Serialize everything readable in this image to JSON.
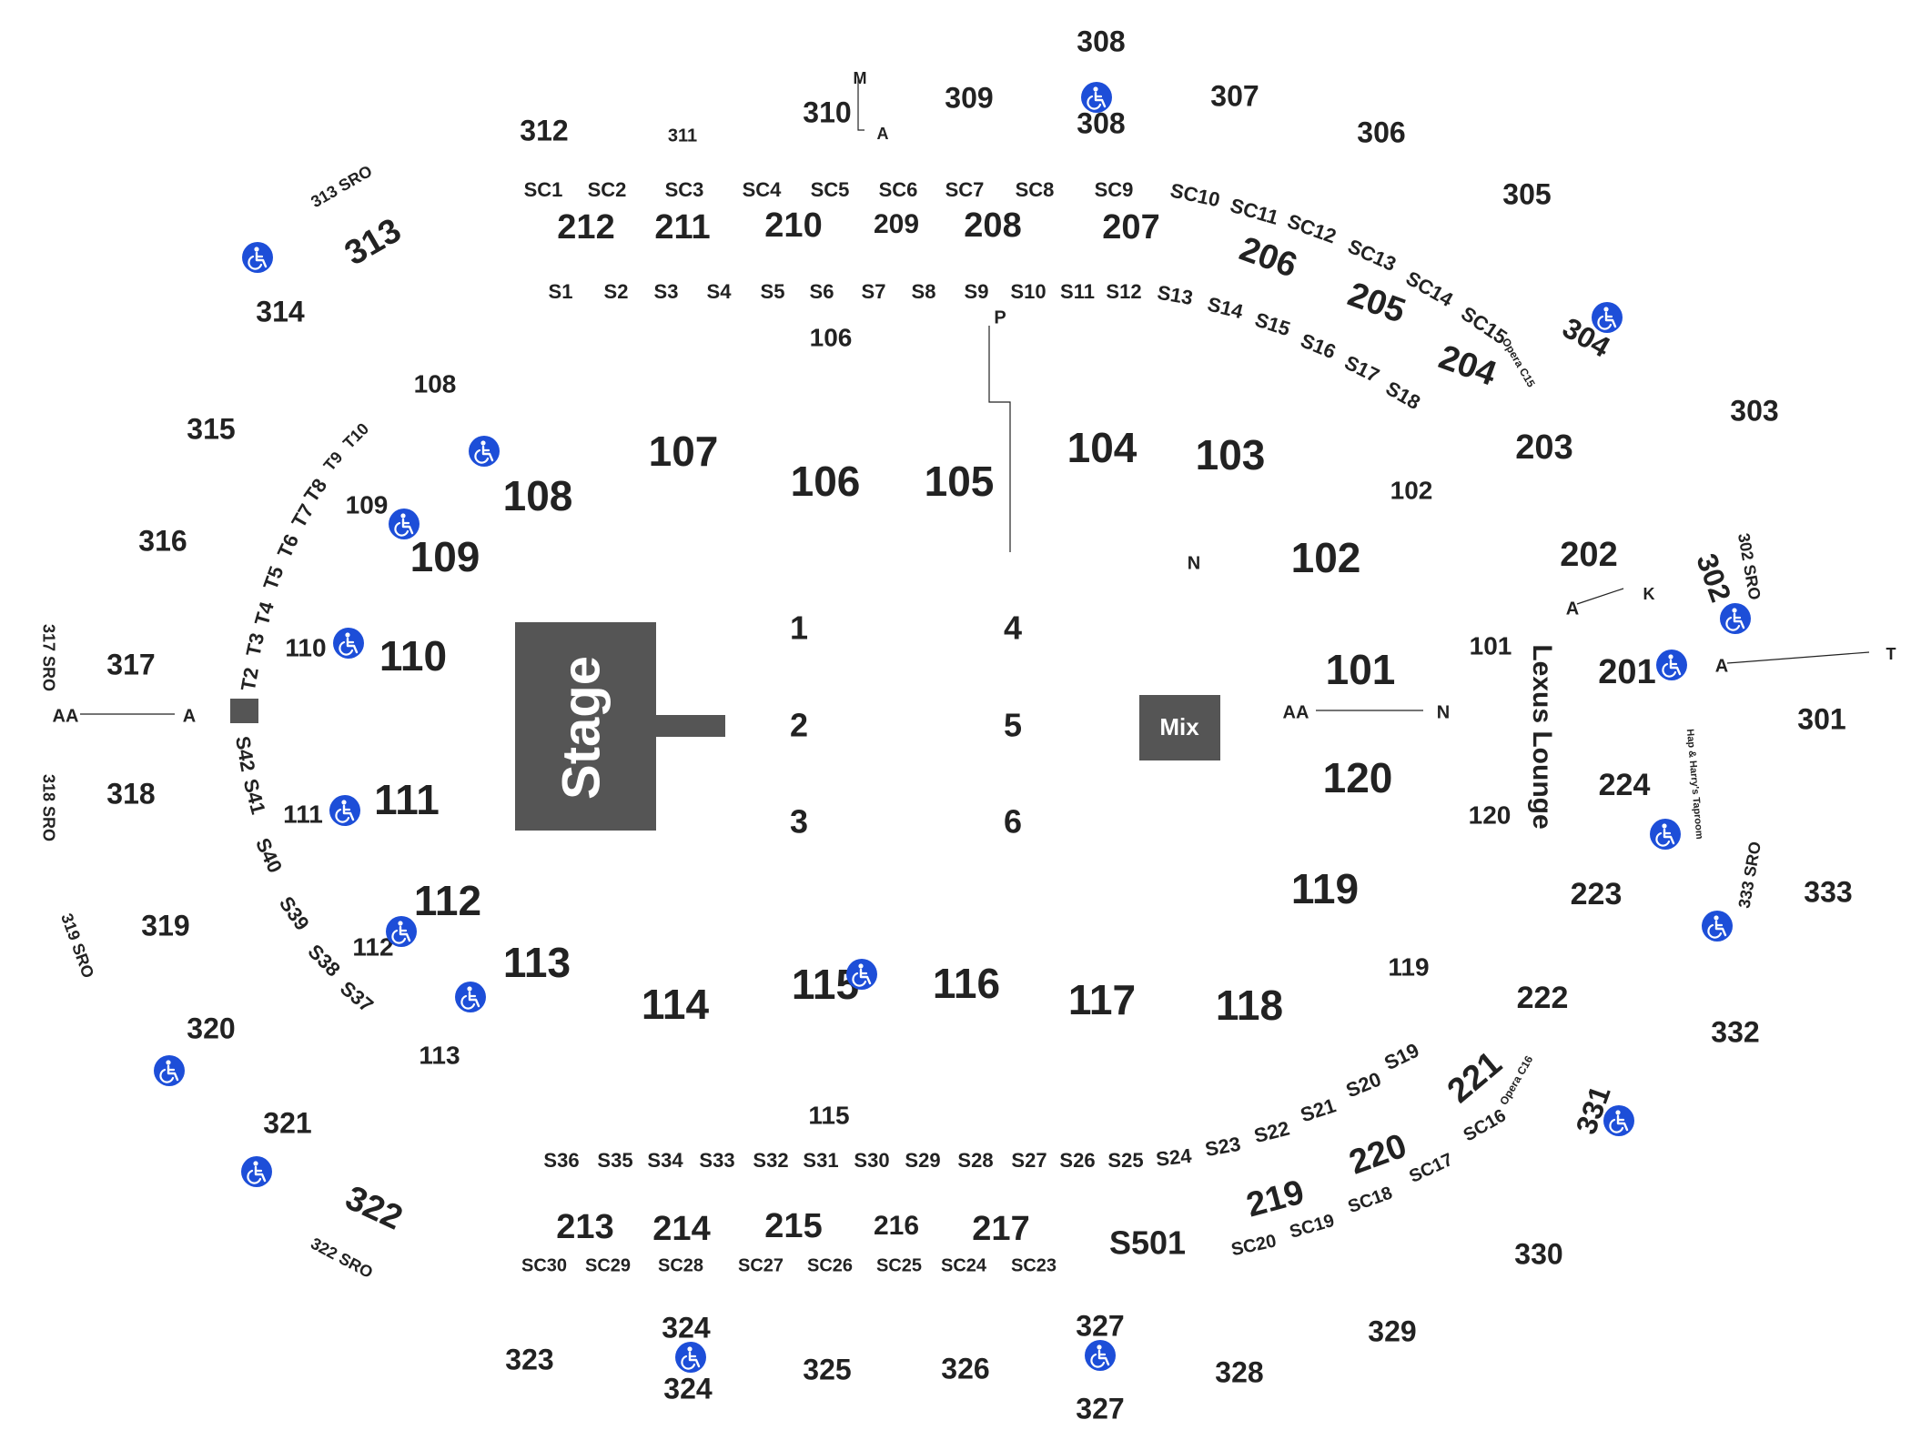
{
  "colors": {
    "stage": "#555555",
    "mix": "#555555",
    "label": "#222222",
    "accessible": "#1d4ed8",
    "accessible_glyph": "#ffffff",
    "background": "#ffffff"
  },
  "icons": {
    "accessible": "wheelchair-icon"
  },
  "stage": {
    "label": "Stage"
  },
  "mix": {
    "label": "Mix"
  },
  "lounge": {
    "label": "Lexus Lounge"
  },
  "taproom": {
    "label": "Hap & Harry's Taproom"
  },
  "opera_top": {
    "label": "Opera C15"
  },
  "opera_bottom": {
    "label": "Opera C16"
  },
  "floor_sections": [
    "1",
    "2",
    "3",
    "4",
    "5",
    "6"
  ],
  "sections_100": [
    "101",
    "102",
    "103",
    "104",
    "105",
    "106",
    "107",
    "108",
    "109",
    "110",
    "111",
    "112",
    "113",
    "114",
    "115",
    "116",
    "117",
    "118",
    "119",
    "120"
  ],
  "sections_200": [
    "201",
    "202",
    "203",
    "204",
    "205",
    "206",
    "207",
    "208",
    "209",
    "210",
    "211",
    "212",
    "213",
    "214",
    "215",
    "216",
    "217",
    "219",
    "220",
    "221",
    "222",
    "223",
    "224"
  ],
  "sections_300": [
    "301",
    "302",
    "303",
    "304",
    "305",
    "306",
    "307",
    "308",
    "309",
    "310",
    "311",
    "312",
    "313",
    "314",
    "315",
    "316",
    "317",
    "318",
    "319",
    "320",
    "321",
    "322",
    "323",
    "324",
    "325",
    "326",
    "327",
    "328",
    "329",
    "330",
    "331",
    "332",
    "333"
  ],
  "sro": [
    "313 SRO",
    "317 SRO",
    "318 SRO",
    "319 SRO",
    "322 SRO",
    "302 SRO",
    "333 SRO"
  ],
  "suites_top": [
    "S1",
    "S2",
    "S3",
    "S4",
    "S5",
    "S6",
    "S7",
    "S8",
    "S9",
    "S10",
    "S11",
    "S12",
    "S13",
    "S14",
    "S15",
    "S16",
    "S17",
    "S18"
  ],
  "suites_left": [
    "T2",
    "T3",
    "T4",
    "T5",
    "T6",
    "T7",
    "T8",
    "T9",
    "T10",
    "S42",
    "S41",
    "S40",
    "S39",
    "S38",
    "S37"
  ],
  "suites_bottom": [
    "S36",
    "S35",
    "S34",
    "S33",
    "S32",
    "S31",
    "S30",
    "S29",
    "S28",
    "S27",
    "S26",
    "S25",
    "S24",
    "S23",
    "S22",
    "S21",
    "S20",
    "S19",
    "S501"
  ],
  "club_top": [
    "SC1",
    "SC2",
    "SC3",
    "SC4",
    "SC5",
    "SC6",
    "SC7",
    "SC8",
    "SC9",
    "SC10",
    "SC11",
    "SC12",
    "SC13",
    "SC14",
    "SC15"
  ],
  "club_bottom": [
    "SC30",
    "SC29",
    "SC28",
    "SC27",
    "SC26",
    "SC25",
    "SC24",
    "SC23",
    "SC20",
    "SC19",
    "SC18",
    "SC17",
    "SC16"
  ],
  "row_markers": [
    "M",
    "A",
    "P",
    "AA",
    "N",
    "K",
    "T"
  ]
}
